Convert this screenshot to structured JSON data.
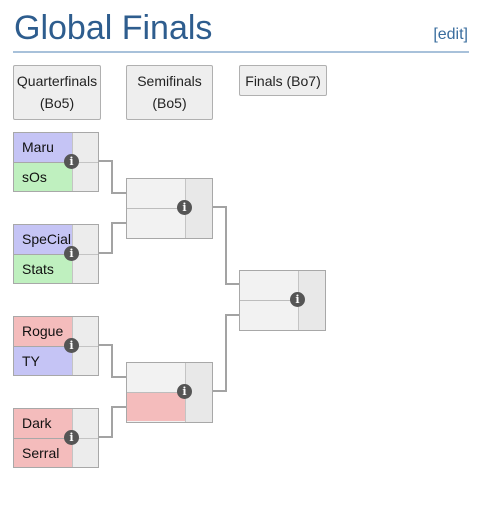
{
  "page": {
    "title": "Global Finals",
    "edit_link": "[edit]"
  },
  "rounds": [
    {
      "line1": "Quarterfinals",
      "line2": "(Bo5)"
    },
    {
      "line1": "Semifinals",
      "line2": "(Bo5)"
    },
    {
      "line1": "Finals (Bo7)",
      "line2": ""
    }
  ],
  "quarterfinals": [
    {
      "players": [
        {
          "name": "Maru",
          "race": "terran"
        },
        {
          "name": "sOs",
          "race": "protoss"
        }
      ]
    },
    {
      "players": [
        {
          "name": "SpeCial",
          "race": "terran"
        },
        {
          "name": "Stats",
          "race": "protoss"
        }
      ]
    },
    {
      "players": [
        {
          "name": "Rogue",
          "race": "zerg"
        },
        {
          "name": "TY",
          "race": "terran"
        }
      ]
    },
    {
      "players": [
        {
          "name": "Dark",
          "race": "zerg"
        },
        {
          "name": "Serral",
          "race": "zerg"
        }
      ]
    }
  ],
  "semifinals": [
    {
      "top_race": "",
      "bottom_race": ""
    },
    {
      "top_race": "",
      "bottom_race": "zerg"
    }
  ],
  "finals": {
    "top_race": "",
    "bottom_race": ""
  },
  "colors": {
    "terran": "#c5c4f5",
    "protoss": "#bff0bf",
    "zerg": "#f4bcbc",
    "tbd": "#f2f2f2",
    "title": "#2e5d8e",
    "connector": "#a3a3a3"
  },
  "icons": {
    "match_info": "info-icon",
    "match_info_glyph": "i"
  }
}
